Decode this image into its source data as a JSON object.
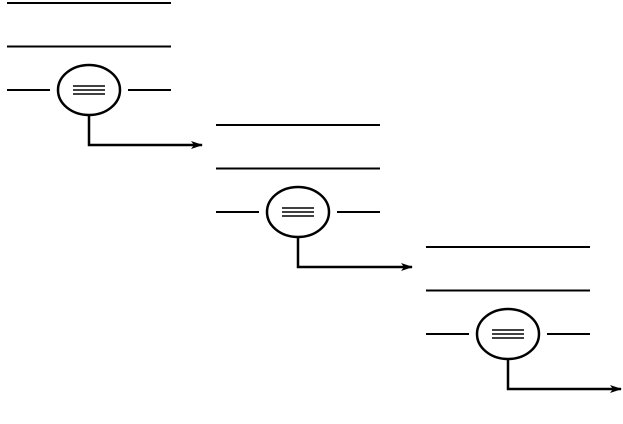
{
  "diagram": {
    "type": "cascade",
    "stages": [
      {
        "id": "stage-1",
        "lines": 3,
        "has_node": true,
        "arrow_to": "stage-2"
      },
      {
        "id": "stage-2",
        "lines": 3,
        "has_node": true,
        "arrow_to": "stage-3"
      },
      {
        "id": "stage-3",
        "lines": 3,
        "has_node": true,
        "arrow_to": "off-page"
      }
    ],
    "colors": {
      "stroke": "#000000",
      "background": "#ffffff"
    }
  }
}
